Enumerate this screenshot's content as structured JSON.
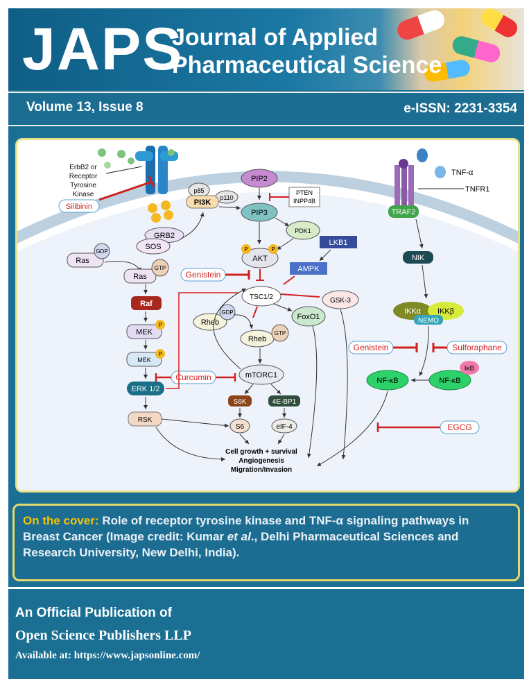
{
  "header": {
    "logo": "JAPS",
    "title_line1": "Journal of Applied",
    "title_line2": "Pharmaceutical Science"
  },
  "issue": {
    "volume": "Volume 13, Issue 8",
    "eissn": "e-ISSN: 2231-3354"
  },
  "diagram": {
    "erbb2_label": [
      "ErbB2 or",
      "Receptor",
      "Tyrosine",
      "Kinase"
    ],
    "silibinin": "Silibinin",
    "grb2": "GRB2",
    "sos": "SOS",
    "ras": "Ras",
    "gdp": "GDP",
    "gtp": "GTP",
    "raf": "Raf",
    "mek": "MEK",
    "p": "P",
    "erk": "ERK 1/2",
    "rsk": "RSK",
    "p85": "p85",
    "p110": "p110",
    "pi3k": "PI3K",
    "pip2": "PIP2",
    "pip3": "PIP3",
    "pten": [
      "PTEN",
      "INPP4B"
    ],
    "pdk1": "PDK1",
    "akt": "AKT",
    "lkb1": "LKB1",
    "ampk": "AMPK",
    "genistein": "Genistein",
    "tsc": "TSC1/2",
    "gsk3": "GSK-3",
    "foxo1": "FoxO1",
    "rheb": "Rheb",
    "curcumin": "Curcumin",
    "mtorc1": "mTORC1",
    "s6k": "S6K",
    "ebp1": "4E-BP1",
    "s6": "S6",
    "eif4": "eIF-4",
    "outcome": [
      "Cell growth + survival",
      "Angiogenesis",
      "Migration/Invasion"
    ],
    "tnfa": "TNF-α",
    "tnfr1": "TNFR1",
    "traf2": "TRAF2",
    "nik": "NIK",
    "ikka": "IKKα",
    "ikkb": "IKKβ",
    "nemo": "NEMO",
    "sulforaphane": "Sulforaphane",
    "ikb": "IκB",
    "nfkb": "NF-κB",
    "egcg": "EGCG"
  },
  "cover": {
    "lead": "On the cover:",
    "text_a": " Role of receptor tyrosine kinase and TNF-α signaling pathways in Breast Cancer (Image credit: Kumar ",
    "etal": "et al",
    "text_b": "., Delhi Pharmaceutical Sciences and Research University, New Delhi, India)."
  },
  "footer": {
    "line1": "An Official Publication of",
    "line2": "Open Science Publishers LLP",
    "line3": "Available at: https://www.japsonline.com/"
  }
}
